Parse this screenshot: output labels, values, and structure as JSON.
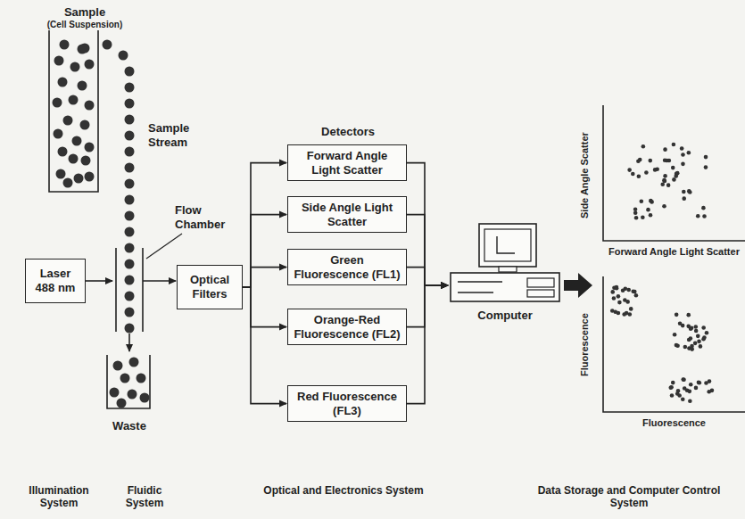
{
  "diagram": {
    "nodes": [
      {
        "text": [
          "Laser 488 nm"
        ]
      },
      {
        "text": [
          "Optical Filters"
        ]
      },
      {
        "text": [
          "Forward Angle Light Scatter"
        ]
      },
      {
        "text": [
          "Side Angle Light Scatter"
        ]
      },
      {
        "text": [
          "Green Fluorescence (FL1)"
        ]
      },
      {
        "text": [
          "Orange-Red Fluorescence (FL2)"
        ]
      },
      {
        "text": [
          "Red Fluorescence (FL3)"
        ]
      },
      {
        "text": [
          "Computer"
        ]
      }
    ],
    "edges": [
      {
        "from": 0,
        "to": 1,
        "arrow": "to"
      },
      {
        "from": 1,
        "to": 2,
        "arrow": "to"
      },
      {
        "from": 1,
        "to": 3,
        "arrow": "to"
      },
      {
        "from": 1,
        "to": 4,
        "arrow": "to"
      },
      {
        "from": 1,
        "to": 5,
        "arrow": "to"
      },
      {
        "from": 1,
        "to": 6,
        "arrow": "to"
      },
      {
        "from": 2,
        "to": 7,
        "arrow": "to"
      },
      {
        "from": 3,
        "to": 7,
        "arrow": "to"
      },
      {
        "from": 4,
        "to": 7,
        "arrow": "to"
      },
      {
        "from": 5,
        "to": 7,
        "arrow": "to"
      },
      {
        "from": 6,
        "to": 7,
        "arrow": "to"
      }
    ],
    "labels": [
      "Sample",
      "(Cell Suspension)",
      "Sample Stream",
      "Flow Chamber",
      "Waste",
      "Detectors",
      "Side Angle Scatter",
      "Forward Angle Light Scatter",
      "Fluorescence",
      "Fluorescence",
      "Illumination System",
      "Fluidic System",
      "Optical and Electronics System",
      "Data Storage and Computer Control System"
    ]
  }
}
